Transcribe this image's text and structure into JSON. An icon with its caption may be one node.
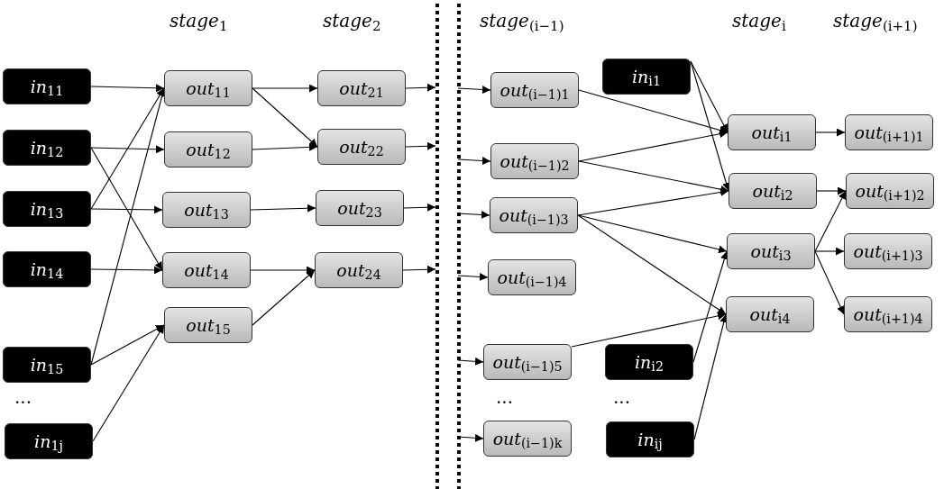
{
  "diagram": {
    "nodes": [
      {
        "text": [
          "*in*$_{11}$"
        ]
      },
      {
        "text": [
          "*in*$_{12}$"
        ]
      },
      {
        "text": [
          "*in*$_{13}$"
        ]
      },
      {
        "text": [
          "*in*$_{14}$"
        ]
      },
      {
        "text": [
          "*in*$_{15}$"
        ]
      },
      {
        "text": [
          "*in*$_{1j}$"
        ]
      },
      {
        "text": [
          "*out*$_{11}$"
        ]
      },
      {
        "text": [
          "*out*$_{12}$"
        ]
      },
      {
        "text": [
          "*out*$_{13}$"
        ]
      },
      {
        "text": [
          "*out*$_{14}$"
        ]
      },
      {
        "text": [
          "*out*$_{15}$"
        ]
      },
      {
        "text": [
          "*out*$_{21}$"
        ]
      },
      {
        "text": [
          "*out*$_{22}$"
        ]
      },
      {
        "text": [
          "*out*$_{23}$"
        ]
      },
      {
        "text": [
          "*out*$_{24}$"
        ]
      },
      {
        "text": [
          "*out*$_{(i−1)1}$"
        ]
      },
      {
        "text": [
          "*in*$_{i1}$"
        ]
      },
      {
        "text": [
          "*out*$_{(i−1)2}$"
        ]
      },
      {
        "text": [
          "*out*$_{(i−1)3}$"
        ]
      },
      {
        "text": [
          "*out*$_{(i−1)4}$"
        ]
      },
      {
        "text": [
          "*out*$_{(i−1)5}$"
        ]
      },
      {
        "text": [
          "*in*$_{i2}$"
        ]
      },
      {
        "text": [
          "*out*$_{(i−1)k}$"
        ]
      },
      {
        "text": [
          "*in*$_{ij}$"
        ]
      },
      {
        "text": [
          "*out*$_{i1}$"
        ]
      },
      {
        "text": [
          "*out*$_{i2}$"
        ]
      },
      {
        "text": [
          "*out*$_{i3}$"
        ]
      },
      {
        "text": [
          "*out*$_{i4}$"
        ]
      },
      {
        "text": [
          "*out*$_{(i+1)1}$"
        ]
      },
      {
        "text": [
          "*out*$_{(i+1)2}$"
        ]
      },
      {
        "text": [
          "*out*$_{(i+1)3}$"
        ]
      },
      {
        "text": [
          "*out*$_{(i+1)4}$"
        ]
      }
    ],
    "edges": [
      {
        "from": 0,
        "to": 6,
        "arrow": "to"
      },
      {
        "from": 1,
        "to": 7,
        "arrow": "to"
      },
      {
        "from": 1,
        "to": 9,
        "arrow": "to"
      },
      {
        "from": 2,
        "to": 6,
        "arrow": "to"
      },
      {
        "from": 2,
        "to": 8,
        "arrow": "to"
      },
      {
        "from": 3,
        "to": 9,
        "arrow": "to"
      },
      {
        "from": 4,
        "to": 6,
        "arrow": "to"
      },
      {
        "from": 4,
        "to": 10,
        "arrow": "to"
      },
      {
        "from": 5,
        "to": 10,
        "arrow": "to"
      },
      {
        "from": 6,
        "to": 11,
        "arrow": "to"
      },
      {
        "from": 6,
        "to": 12,
        "arrow": "to"
      },
      {
        "from": 7,
        "to": 12,
        "arrow": "to"
      },
      {
        "from": 8,
        "to": 13,
        "arrow": "to"
      },
      {
        "from": 9,
        "to": 14,
        "arrow": "to"
      },
      {
        "from": 10,
        "to": 14,
        "arrow": "to"
      },
      {
        "from": 11,
        "to": null,
        "arrow": "to"
      },
      {
        "from": 12,
        "to": null,
        "arrow": "to"
      },
      {
        "from": 13,
        "to": null,
        "arrow": "to"
      },
      {
        "from": 14,
        "to": null,
        "arrow": "to"
      },
      {
        "from": null,
        "to": 15,
        "arrow": "to"
      },
      {
        "from": null,
        "to": 17,
        "arrow": "to"
      },
      {
        "from": null,
        "to": 18,
        "arrow": "to"
      },
      {
        "from": null,
        "to": 19,
        "arrow": "to"
      },
      {
        "from": null,
        "to": 20,
        "arrow": "to"
      },
      {
        "from": null,
        "to": 22,
        "arrow": "to"
      },
      {
        "from": 15,
        "to": 24,
        "arrow": "to"
      },
      {
        "from": 17,
        "to": 24,
        "arrow": "to"
      },
      {
        "from": 17,
        "to": 25,
        "arrow": "to"
      },
      {
        "from": 18,
        "to": 25,
        "arrow": "to"
      },
      {
        "from": 18,
        "to": 26,
        "arrow": "to"
      },
      {
        "from": 18,
        "to": 27,
        "arrow": "to"
      },
      {
        "from": 20,
        "to": 27,
        "arrow": "to"
      },
      {
        "from": 16,
        "to": 24,
        "arrow": "to"
      },
      {
        "from": 16,
        "to": 25,
        "arrow": "to"
      },
      {
        "from": 21,
        "to": 26,
        "arrow": "to"
      },
      {
        "from": 23,
        "to": 27,
        "arrow": "to"
      },
      {
        "from": 24,
        "to": 28,
        "arrow": "to"
      },
      {
        "from": 25,
        "to": 29,
        "arrow": "to"
      },
      {
        "from": 26,
        "to": 29,
        "arrow": "to"
      },
      {
        "from": 26,
        "to": 30,
        "arrow": "to"
      },
      {
        "from": 26,
        "to": 31,
        "arrow": "to"
      }
    ],
    "labels": [
      "*stage*$_{1}$",
      "*stage*$_{2}$",
      "*stage*$_{(i−1)}$",
      "*stage*$_{i}$",
      "*stage*$_{(i+1)}$",
      "...",
      "...",
      "..."
    ]
  }
}
